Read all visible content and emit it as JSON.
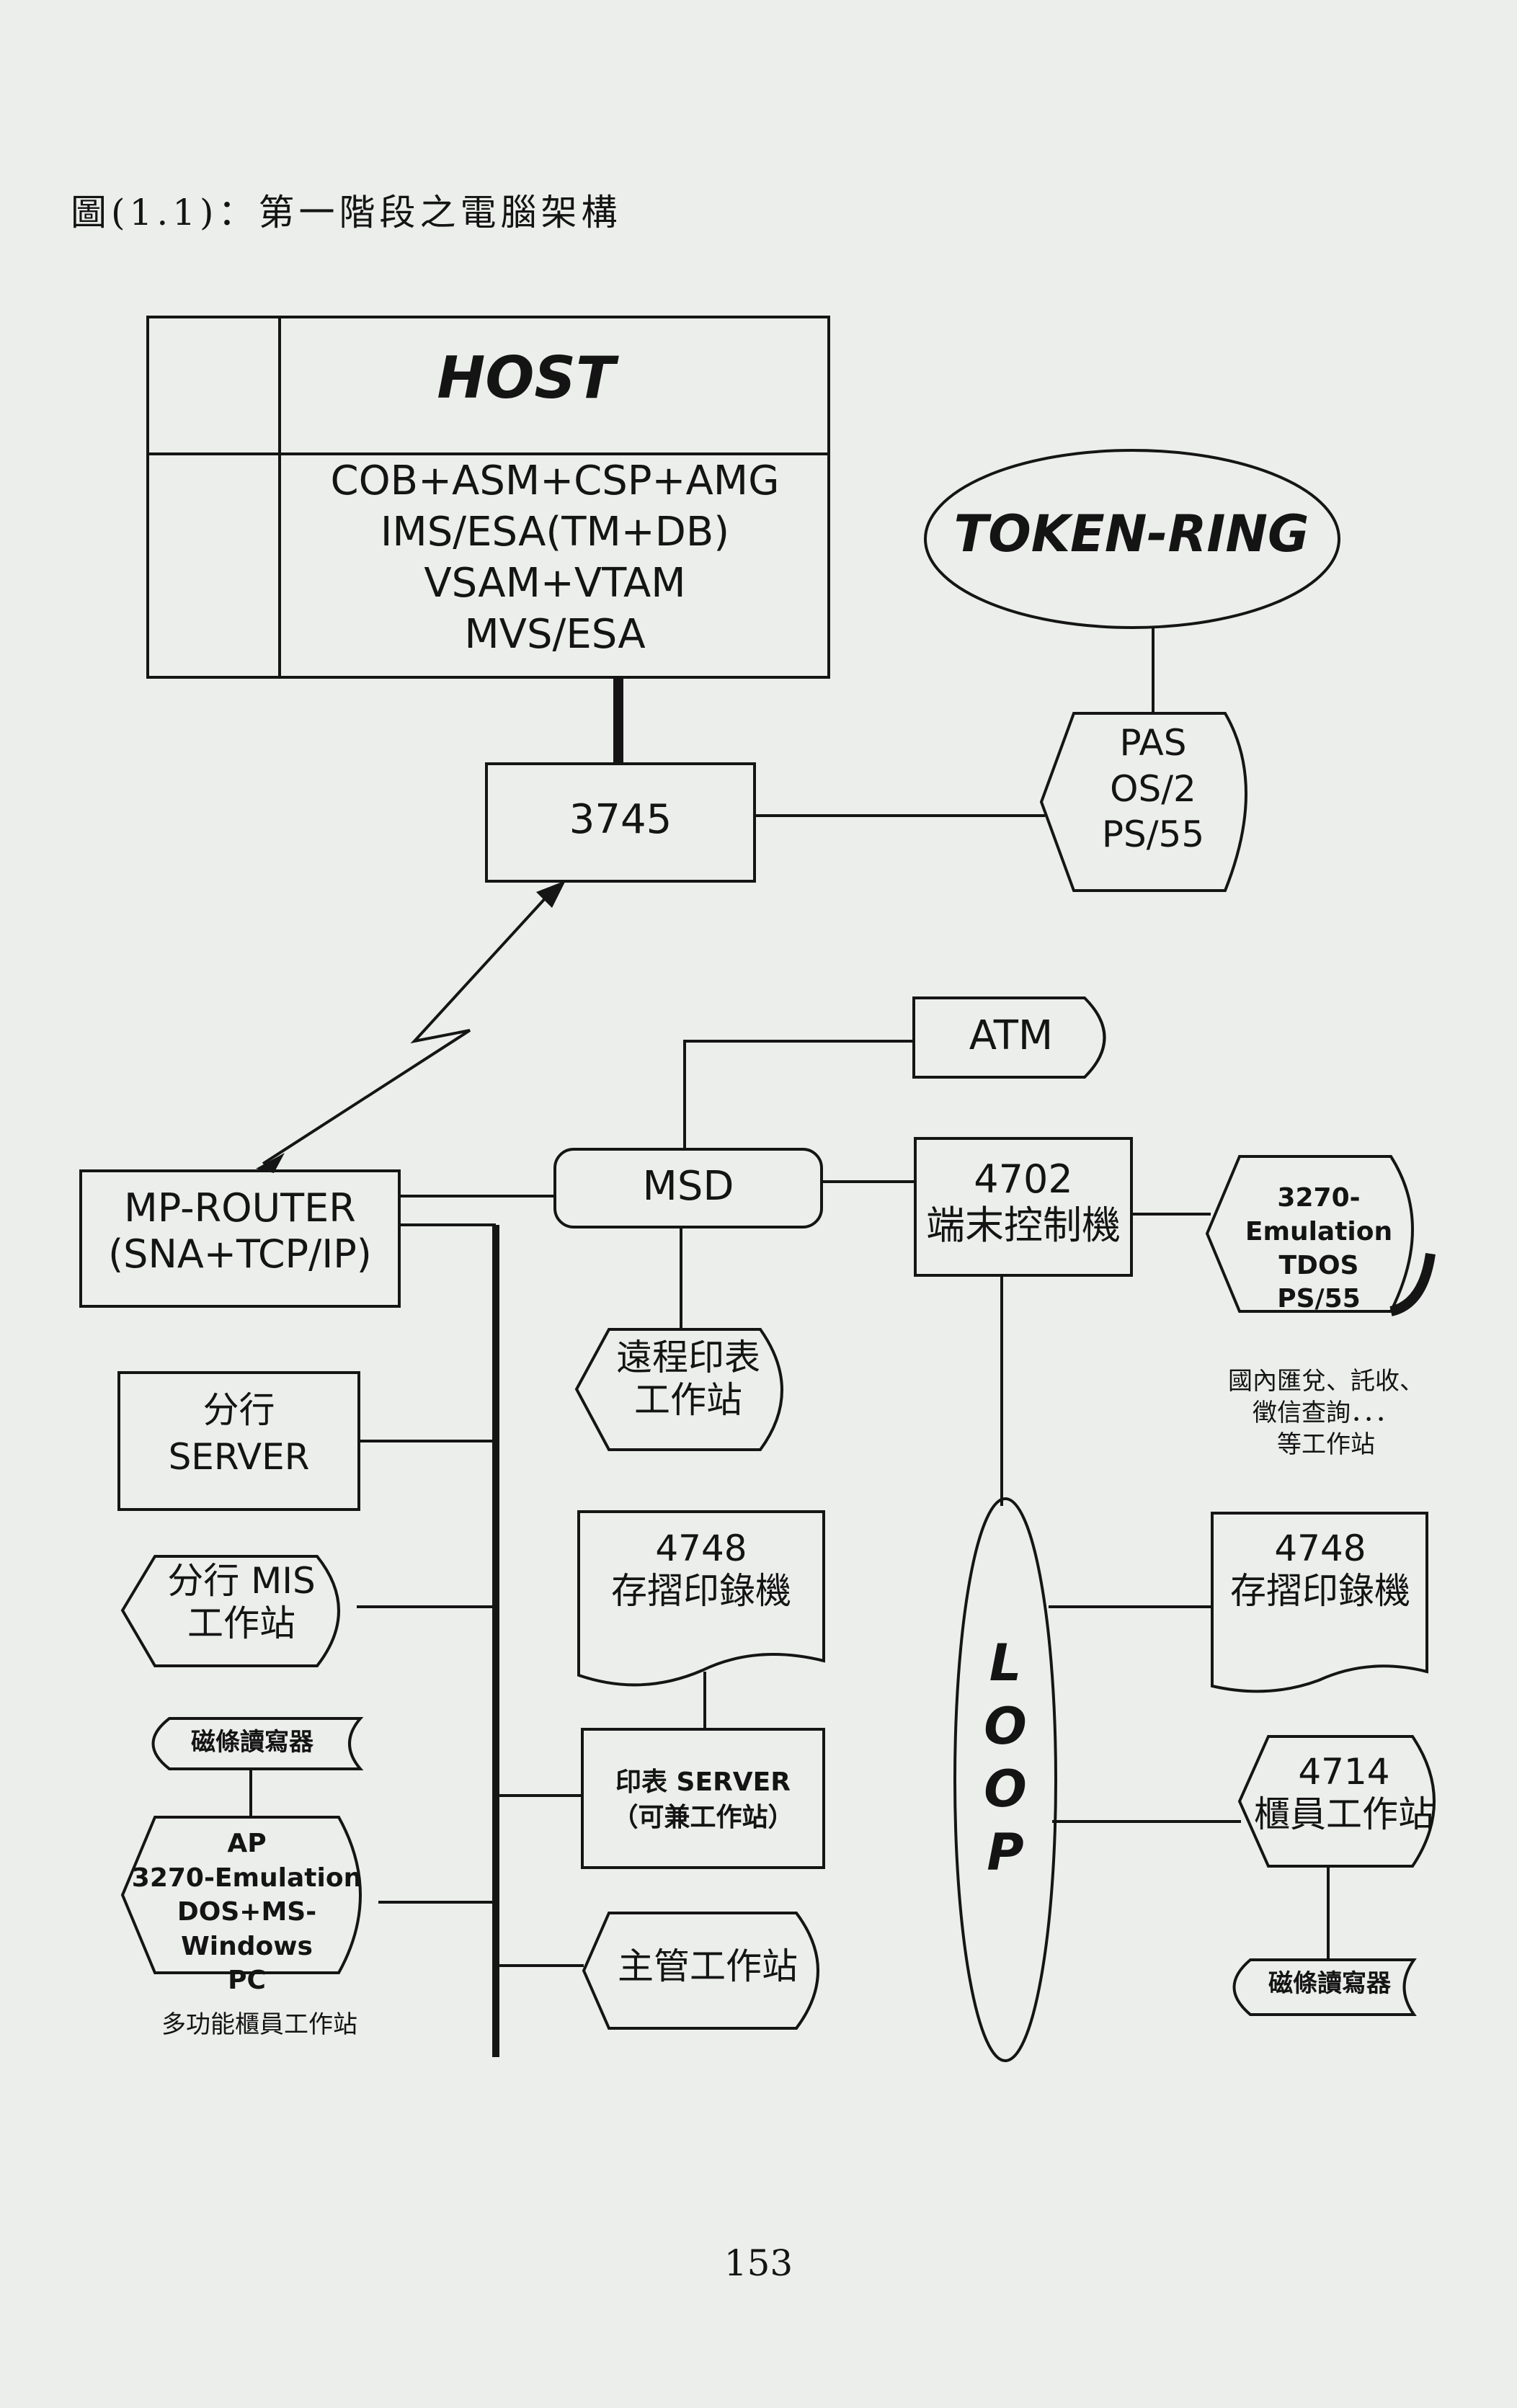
{
  "caption": "圖(1.1)：第一階段之電腦架構",
  "page_number": "153",
  "nodes": {
    "host": {
      "title": "HOST",
      "software": "COB+ASM+CSP+AMG\nIMS/ESA(TM+DB)\nVSAM+VTAM\nMVS/ESA"
    },
    "token_ring": "TOKEN-RING",
    "pas": "PAS\nOS/2\nPS/55",
    "fep_3745": "3745",
    "atm": "ATM",
    "mp_router": "MP-ROUTER\n(SNA+TCP/IP)",
    "msd": "MSD",
    "controller_4702": "4702\n端末控制機",
    "emulation_tdos": "3270-Emulation\nTDOS\nPS/55",
    "domestic_note": "國內匯兌、託收、\n徵信查詢．．．\n等工作站",
    "remote_print": "遠程印表\n工作站",
    "branch_server": "分行\nSERVER",
    "branch_mis": "分行 MIS\n工作站",
    "printer_4748_left": "4748\n存摺印錄機",
    "printer_4748_right": "4748\n存摺印錄機",
    "mag_reader_left": "磁條讀寫器",
    "mag_reader_right": "磁條讀寫器",
    "multi_pc": "AP\n3270-Emulation\nDOS+MS-Windows\nPC",
    "multi_note": "多功能櫃員工作站",
    "print_server": "印表 SERVER\n（可兼工作站）",
    "loop": "L\nO\nO\nP",
    "teller_4714": "4714\n櫃員工作站",
    "supervisor": "主管工作站"
  }
}
